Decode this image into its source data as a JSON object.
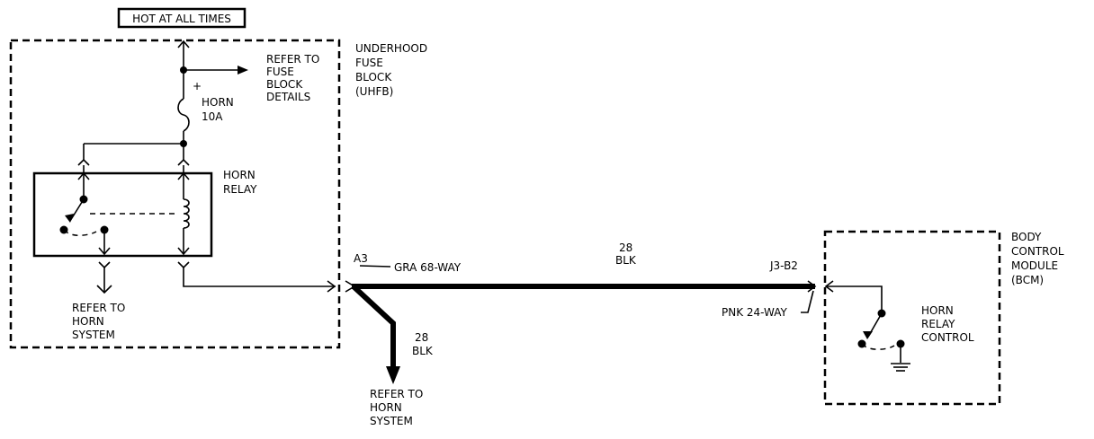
{
  "labels": {
    "hot_at_all_times": "HOT AT ALL TIMES",
    "uhfb": [
      "UNDERHOOD",
      "FUSE",
      "BLOCK",
      "(UHFB)"
    ],
    "refer_fuse": [
      "REFER TO",
      "FUSE",
      "BLOCK",
      "DETAILS"
    ],
    "fuse_plus": "+",
    "fuse": [
      "HORN",
      "10A"
    ],
    "horn_relay": [
      "HORN",
      "RELAY"
    ],
    "refer_horn_left": [
      "REFER TO",
      "HORN",
      "SYSTEM"
    ],
    "connector_a3": "A3",
    "connector_gra": "GRA 68-WAY",
    "wire_main": [
      "28",
      "BLK"
    ],
    "wire_branch": [
      "28",
      "BLK"
    ],
    "refer_horn_bottom": [
      "REFER TO",
      "HORN",
      "SYSTEM"
    ],
    "connector_j3": "J3-B2",
    "connector_pnk": "PNK 24-WAY",
    "bcm": [
      "BODY",
      "CONTROL",
      "MODULE",
      "(BCM)"
    ],
    "horn_relay_control": [
      "HORN",
      "RELAY",
      "CONTROL"
    ]
  }
}
